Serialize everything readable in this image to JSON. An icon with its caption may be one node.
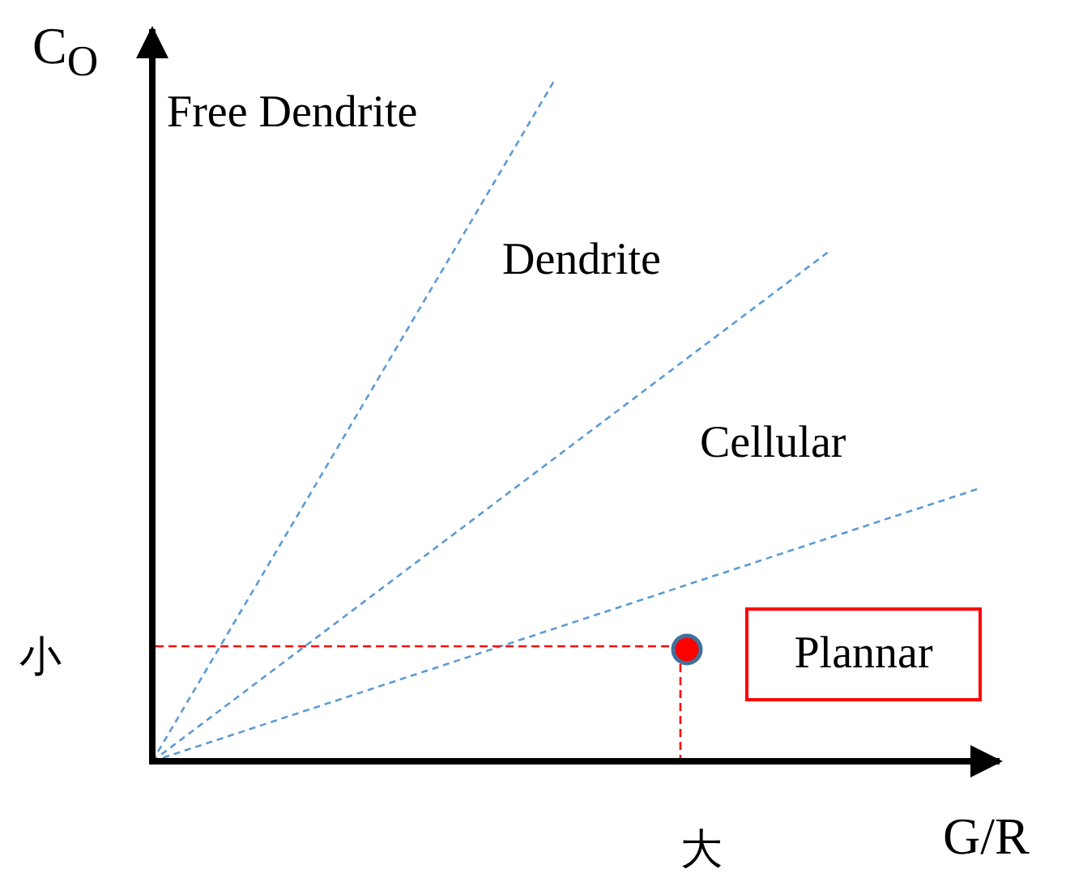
{
  "diagram": {
    "nodes": [
      {
        "text": [
          "Plannar"
        ]
      }
    ],
    "labels": [
      "C$_{O}$",
      "Free Dendrite",
      "Dendrite",
      "Cellular",
      "小",
      "大",
      "G/R"
    ]
  }
}
